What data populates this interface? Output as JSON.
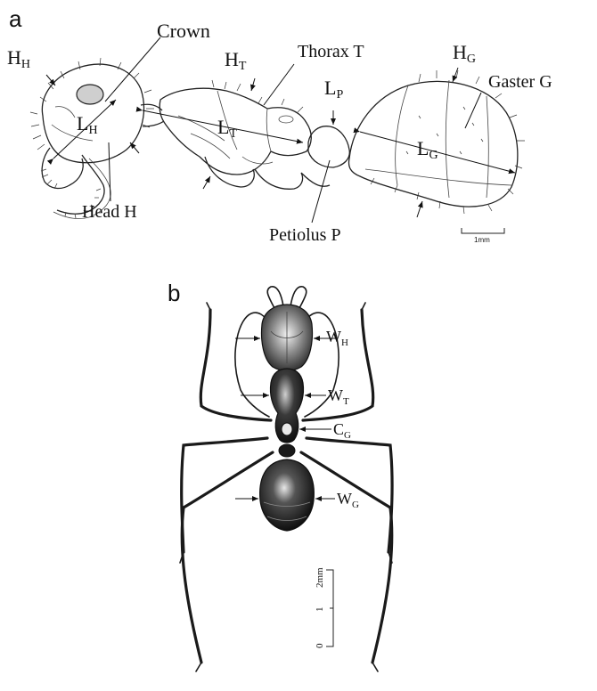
{
  "panel_a": {
    "letter": "a",
    "labels": {
      "hh": {
        "main": "H",
        "sub": "H"
      },
      "crown": "Crown",
      "ht": {
        "main": "H",
        "sub": "T"
      },
      "thorax": "Thorax T",
      "lp": {
        "main": "L",
        "sub": "P"
      },
      "hg": {
        "main": "H",
        "sub": "G"
      },
      "gaster": "Gaster G",
      "lh": {
        "main": "L",
        "sub": "H"
      },
      "lt": {
        "main": "L",
        "sub": "T"
      },
      "lg": {
        "main": "L",
        "sub": "G"
      },
      "head": "Head H",
      "petiolus": "Petiolus P"
    },
    "scale_bar": "1mm"
  },
  "panel_b": {
    "letter": "b",
    "labels": {
      "wh": {
        "main": "W",
        "sub": "H"
      },
      "wt": {
        "main": "W",
        "sub": "T"
      },
      "cg": {
        "main": "C",
        "sub": "G"
      },
      "wg": {
        "main": "W",
        "sub": "G"
      }
    },
    "scale_bar": {
      "ticks": [
        "0",
        "1",
        "2mm"
      ]
    }
  }
}
